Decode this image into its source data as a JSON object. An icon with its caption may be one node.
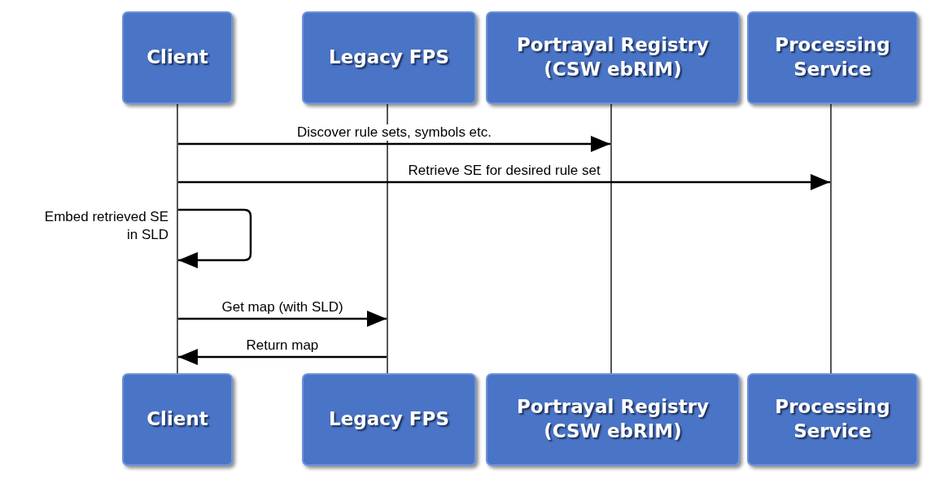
{
  "diagram": {
    "nodes": [
      {
        "text": [
          "Client"
        ]
      },
      {
        "text": [
          "Legacy FPS"
        ]
      },
      {
        "text": [
          "Portrayal Registry (CSW ebRIM)"
        ]
      },
      {
        "text": [
          "Processing Service"
        ]
      },
      {
        "text": [],
        "shape": "line"
      },
      {
        "text": [],
        "shape": "line"
      },
      {
        "text": [],
        "shape": "line"
      },
      {
        "text": [],
        "shape": "line"
      },
      {
        "text": [
          "Client"
        ]
      },
      {
        "text": [
          "Legacy FPS"
        ]
      },
      {
        "text": [
          "Portrayal Registry (CSW ebRIM)"
        ]
      },
      {
        "text": [
          "Processing Service"
        ]
      }
    ],
    "edges": [
      {
        "from": 4,
        "to": 6,
        "arrow": "to",
        "label": "Discover rule sets, symbols etc."
      },
      {
        "from": 4,
        "to": 7,
        "arrow": "to",
        "label": "Retrieve SE for desired rule set"
      },
      {
        "from": 4,
        "to": 4,
        "arrow": "to",
        "label": "Embed retrieved SE in SLD"
      },
      {
        "from": 4,
        "to": 5,
        "arrow": "to",
        "label": "Get map (with SLD)"
      },
      {
        "from": 5,
        "to": 4,
        "arrow": "to",
        "label": "Return map"
      }
    ]
  }
}
